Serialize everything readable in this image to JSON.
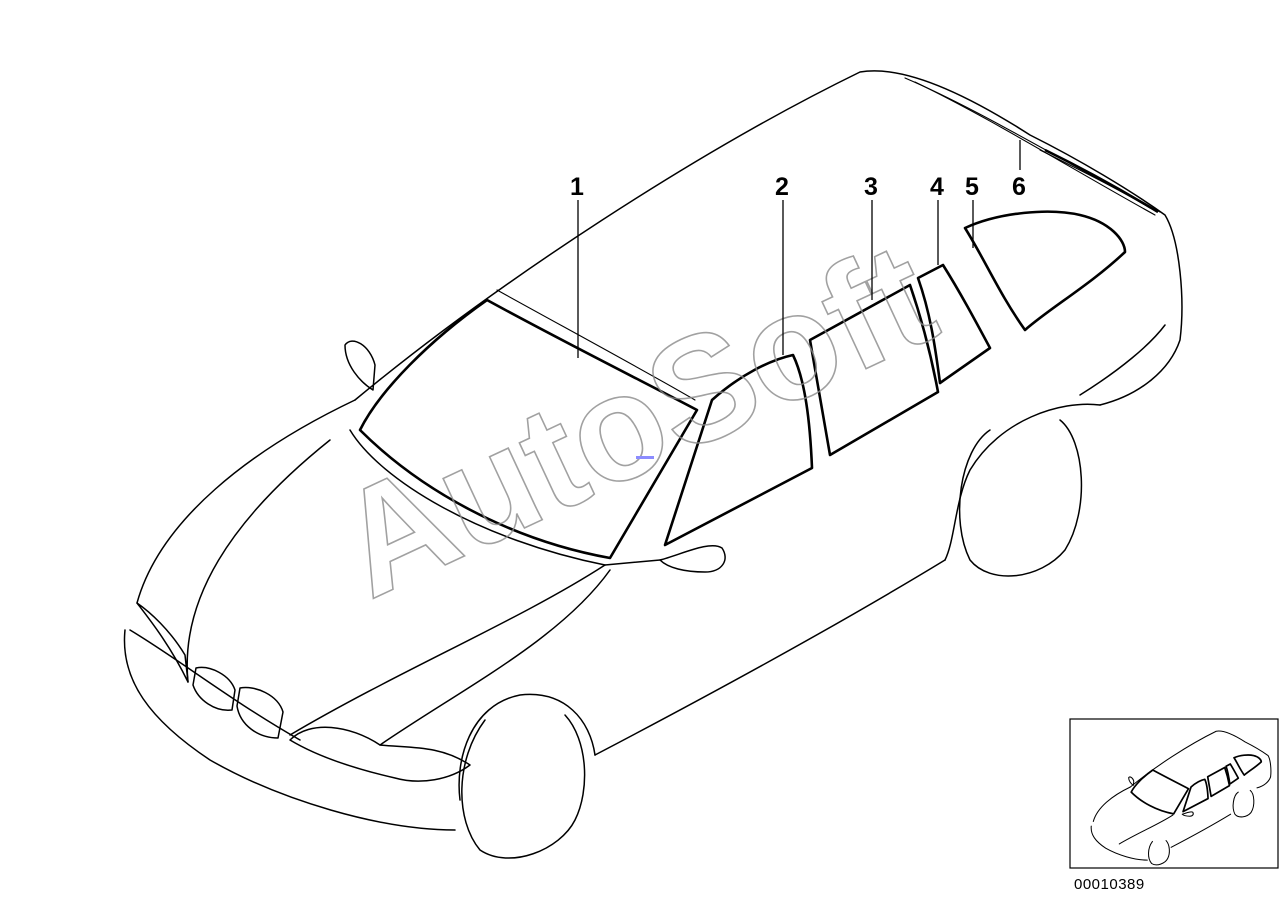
{
  "diagram": {
    "callouts": [
      {
        "label": "1"
      },
      {
        "label": "2"
      },
      {
        "label": "3"
      },
      {
        "label": "4"
      },
      {
        "label": "5"
      },
      {
        "label": "6"
      }
    ],
    "watermark": "AutoSoft",
    "diagram_number": "00010389",
    "colors": {
      "line": "#000000",
      "watermark": "#8a8a8a",
      "background": "#ffffff"
    }
  }
}
